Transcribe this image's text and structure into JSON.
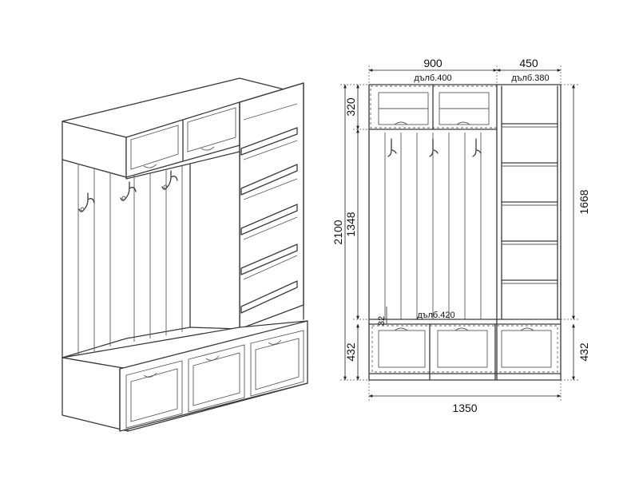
{
  "dimensions": {
    "top_width": "900",
    "top_side_width": "450",
    "depth_top": "дълб.400",
    "depth_side": "дълб.380",
    "depth_bench": "дълб.420",
    "top_height": "320",
    "total_height": "2100",
    "panel_height": "1348",
    "shelf_height": "1668",
    "bench_gap": "32",
    "bench_height_left": "432",
    "bench_height_right": "432",
    "total_width": "1350"
  }
}
